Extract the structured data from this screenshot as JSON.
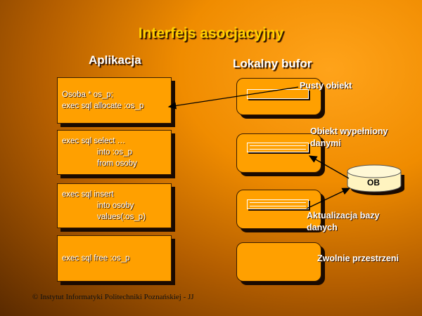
{
  "title": "Interfejs asocjacyjny",
  "columns": {
    "left": "Aplikacja",
    "right": "Lokalny bufor"
  },
  "code_boxes": [
    {
      "lines": [
        "Osoba * os_p;",
        "exec sql allocate :os_p"
      ]
    },
    {
      "lines": [
        "exec sql select …",
        "into :os_p",
        "from osoby"
      ]
    },
    {
      "lines": [
        "exec sql insert",
        "into osoby",
        "values(:os_p)"
      ]
    },
    {
      "lines": [
        "exec sql free :os_p"
      ]
    }
  ],
  "buffer_labels": {
    "empty": "Pusty obiekt",
    "filled": [
      "Obiekt wypełniony",
      "danymi"
    ],
    "update": [
      "Aktualizacja bazy",
      "danych"
    ],
    "free": "Zwolnie przestrzeni"
  },
  "database": {
    "label": "OB"
  },
  "footer": "© Instytut Informatyki Politechniki Poznańskiej - JJ",
  "colors": {
    "box_fill": "#ffa000",
    "title": "#ffd000",
    "db_fill": "#fff4c0"
  }
}
